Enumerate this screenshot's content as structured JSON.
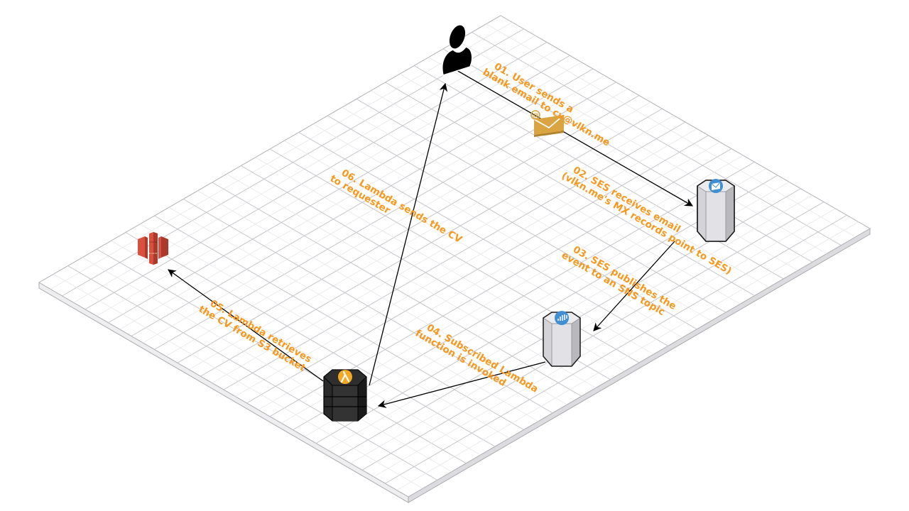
{
  "diagram": {
    "title": "",
    "nodes": [
      {
        "id": "user",
        "label": "User",
        "icon": "user-icon"
      },
      {
        "id": "email",
        "label": "Email",
        "icon": "email-envelope-icon"
      },
      {
        "id": "ses",
        "label": "SES",
        "icon": "ses-icon"
      },
      {
        "id": "sns",
        "label": "SNS",
        "icon": "sns-icon"
      },
      {
        "id": "lambda",
        "label": "Lambda",
        "icon": "lambda-icon"
      },
      {
        "id": "s3",
        "label": "S3 bucket",
        "icon": "s3-bucket-icon"
      }
    ],
    "steps": [
      {
        "from": "user",
        "to": "ses",
        "lines": [
          "01. User sends a",
          "blank email to cv@vlkn.me"
        ]
      },
      {
        "from": "user",
        "to": "ses",
        "lines": [
          "02. SES receives email",
          "(vlkn.me's MX records point to SES)"
        ]
      },
      {
        "from": "ses",
        "to": "sns",
        "lines": [
          "03. SES publishes the",
          "event to an SNS topic"
        ]
      },
      {
        "from": "sns",
        "to": "lambda",
        "lines": [
          "04. Subscribed Lambda",
          "function is invoked"
        ]
      },
      {
        "from": "lambda",
        "to": "s3",
        "lines": [
          "05. Lambda retrieves",
          "the CV from S3 bucket"
        ]
      },
      {
        "from": "lambda",
        "to": "user",
        "lines": [
          "06. Lambda sends the CV",
          "to requester"
        ]
      }
    ],
    "colors": {
      "label": "#F7981D",
      "ses_badge": "#3F8FD2",
      "sns_badge": "#3F8FD2",
      "lambda_body": "#2a2a2a",
      "lambda_badge": "#F4A925",
      "s3": "#D9503F",
      "email": "#D9A441",
      "arrow": "#000000",
      "grid": "#c8c8cc"
    }
  }
}
